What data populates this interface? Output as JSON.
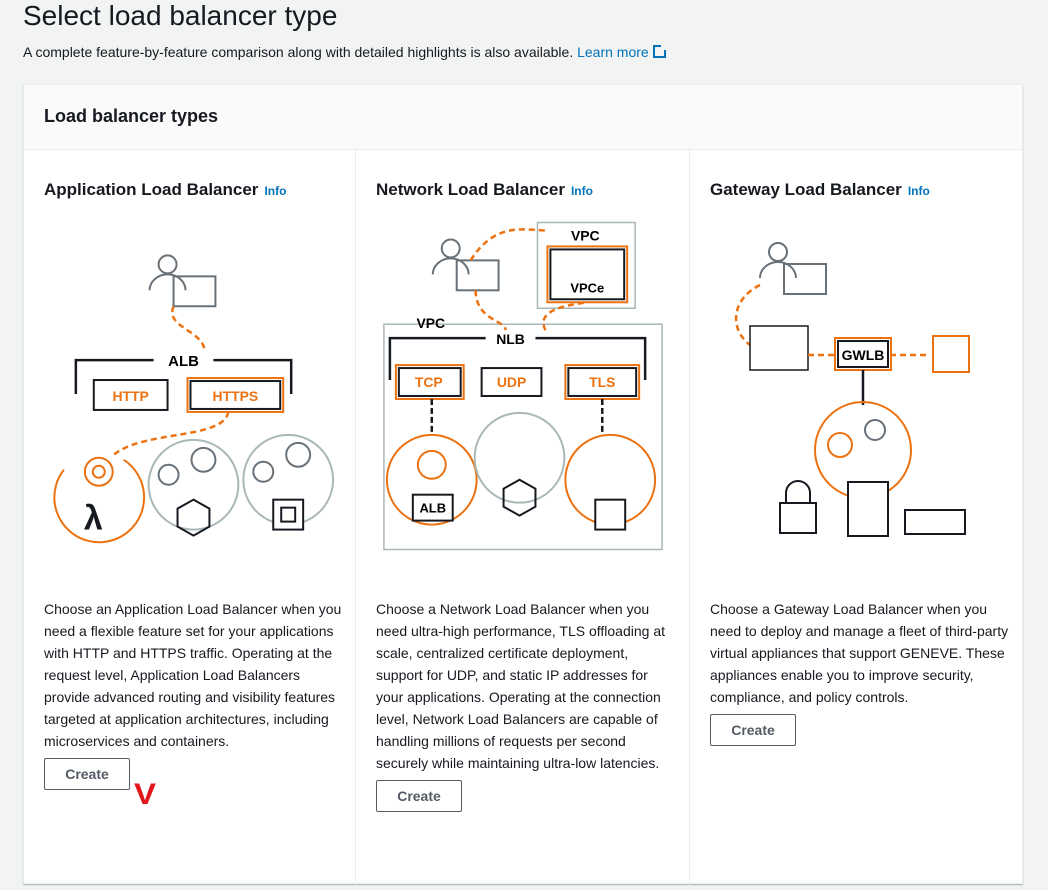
{
  "page": {
    "title": "Select load balancer type",
    "subtitle": "A complete feature-by-feature comparison along with detailed highlights is also available.",
    "learn_more": "Learn more"
  },
  "panel": {
    "title": "Load balancer types"
  },
  "types": [
    {
      "name": "Application Load Balancer",
      "info": "Info",
      "description": "Choose an Application Load Balancer when you need a flexible feature set for your applications with HTTP and HTTPS traffic. Operating at the request level, Application Load Balancers provide advanced routing and visibility features targeted at application architectures, including microservices and containers.",
      "create": "Create",
      "diagram": {
        "lb": "ALB",
        "l1": "HTTP",
        "l2": "HTTPS"
      }
    },
    {
      "name": "Network Load Balancer",
      "info": "Info",
      "description": "Choose a Network Load Balancer when you need ultra-high performance, TLS offloading at scale, centralized certificate deployment, support for UDP, and static IP addresses for your applications. Operating at the connection level, Network Load Balancers are capable of handling millions of requests per second securely while maintaining ultra-low latencies.",
      "create": "Create",
      "diagram": {
        "vpc_top": "VPC",
        "vpce": "VPCe",
        "vpc": "VPC",
        "lb": "NLB",
        "l1": "TCP",
        "l2": "UDP",
        "l3": "TLS",
        "alb": "ALB"
      }
    },
    {
      "name": "Gateway Load Balancer",
      "info": "Info",
      "description": "Choose a Gateway Load Balancer when you need to deploy and manage a fleet of third-party virtual appliances that support GENEVE. These appliances enable you to improve security, compliance, and policy controls.",
      "create": "Create",
      "diagram": {
        "lb": "GWLB"
      }
    }
  ],
  "annotation": "V",
  "colors": {
    "accent": "#ec7211",
    "link": "#0073bb"
  }
}
